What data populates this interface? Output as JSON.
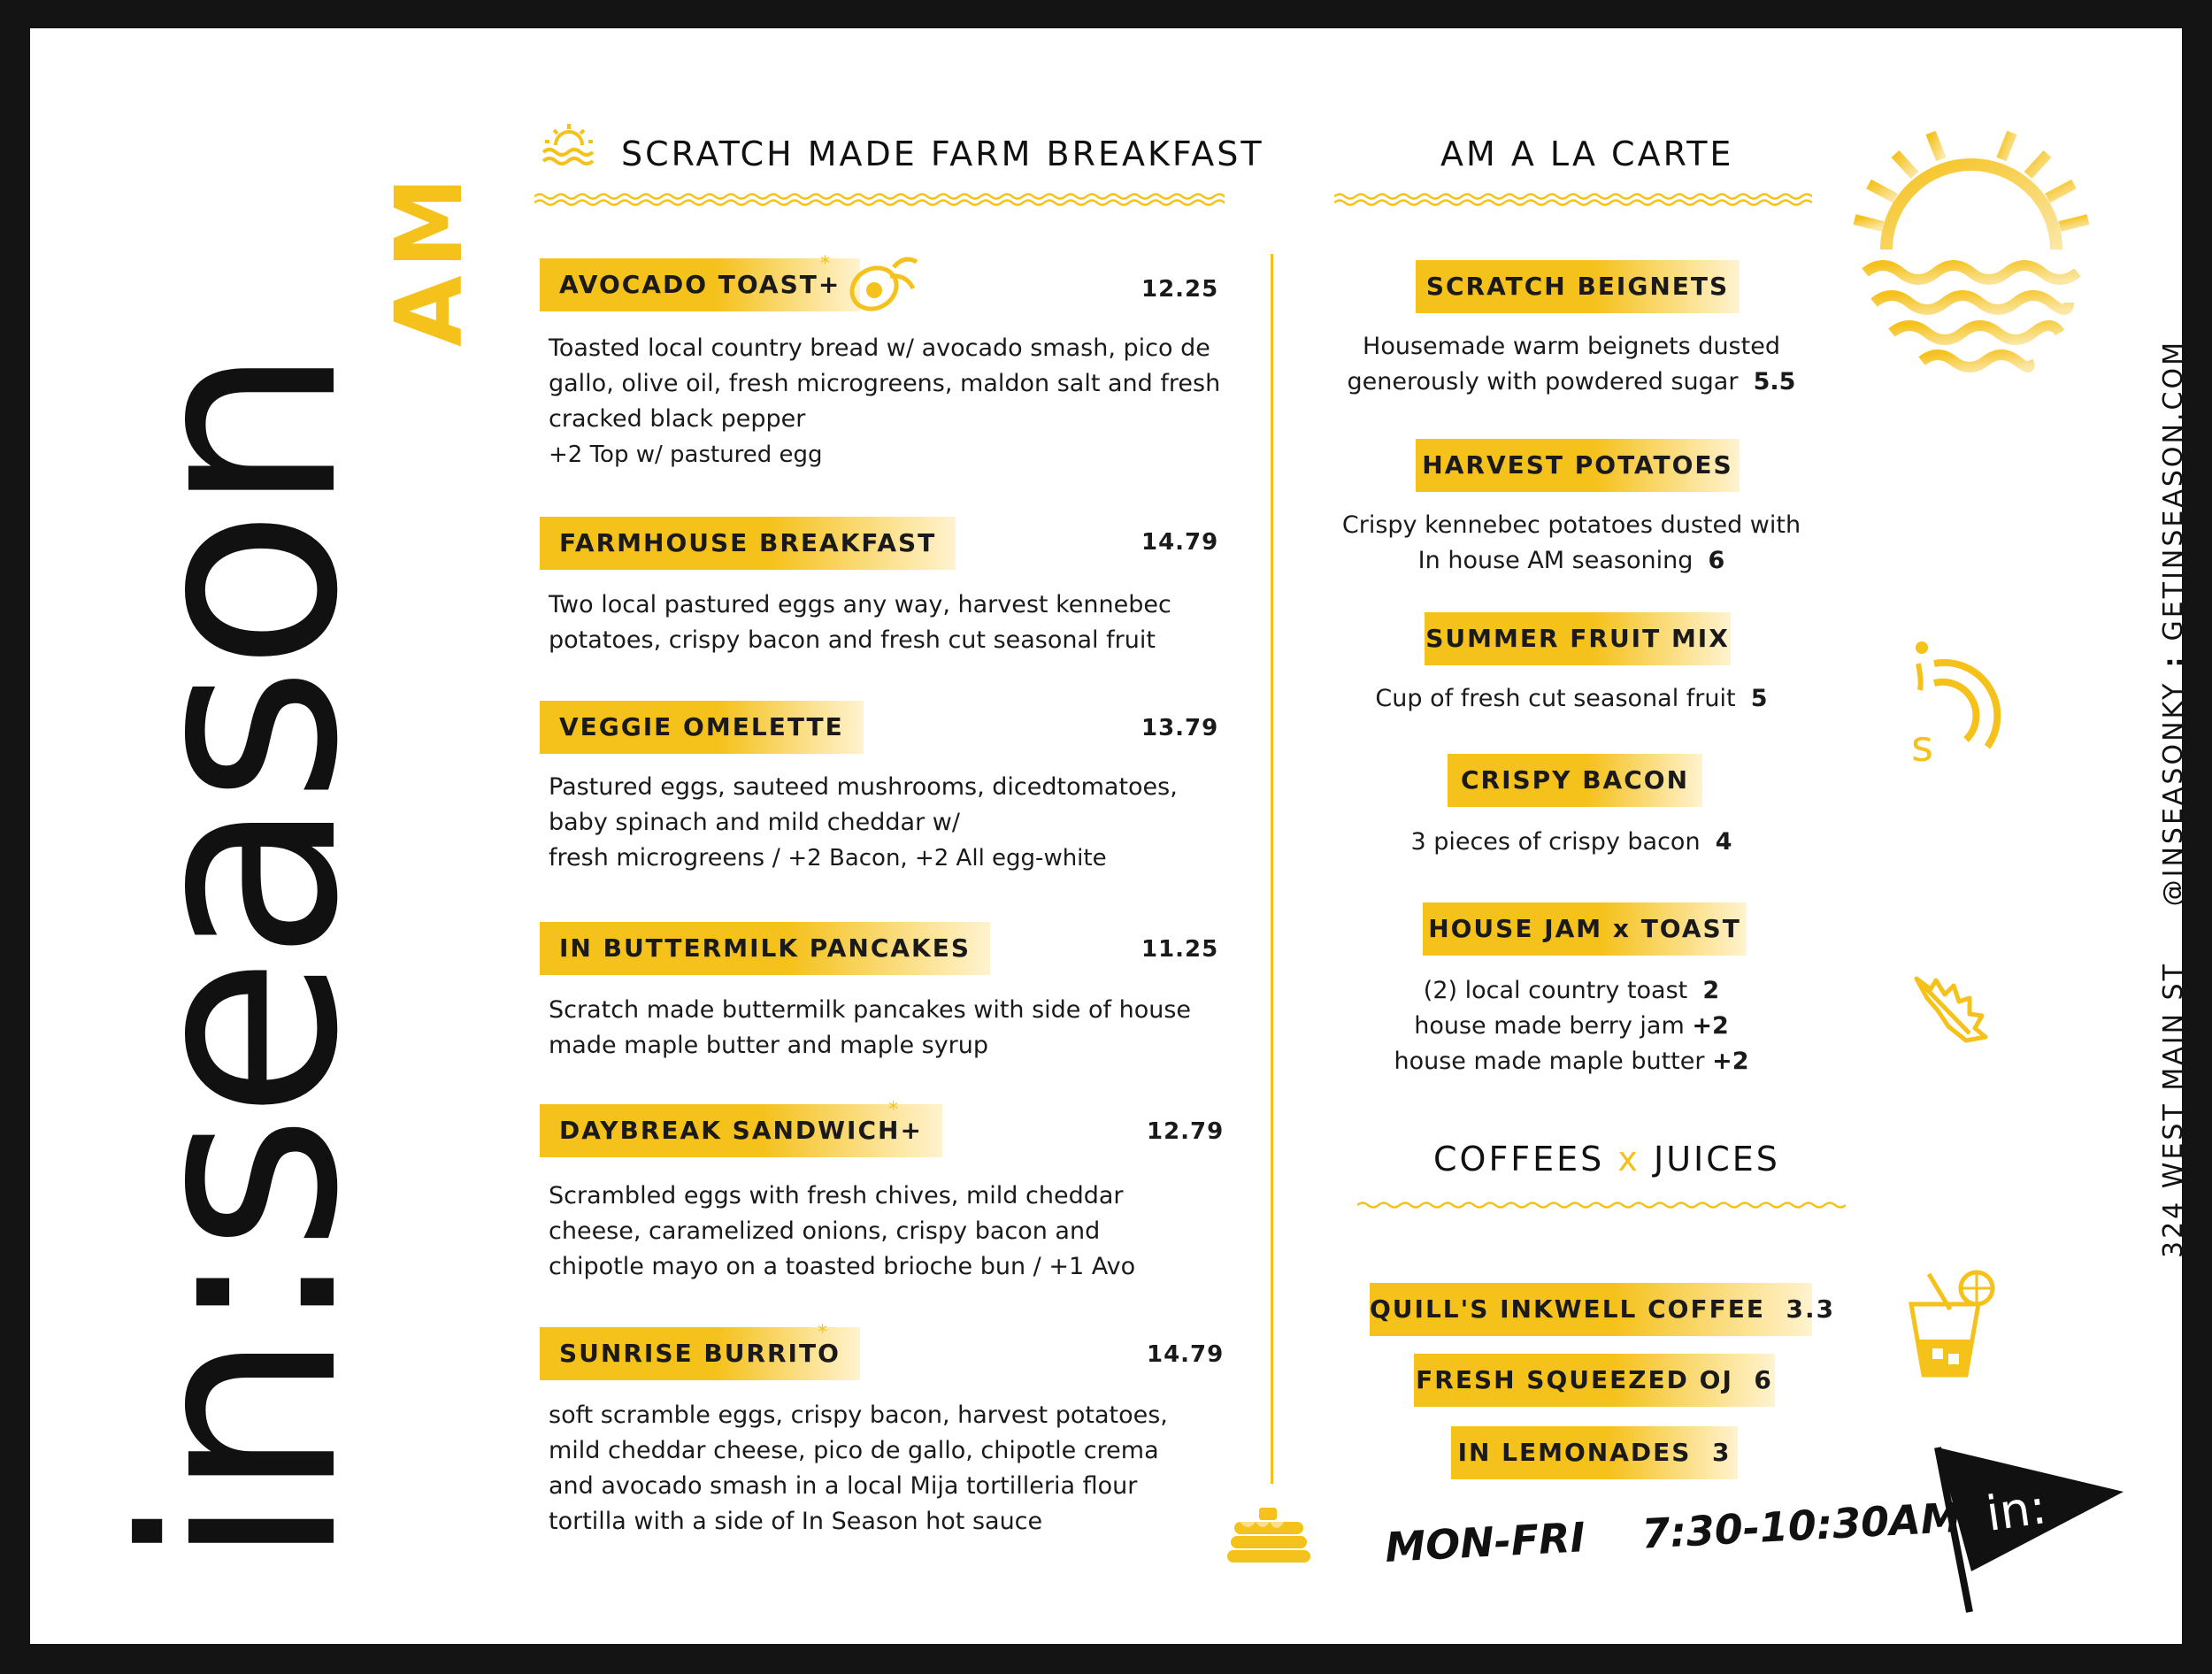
{
  "brand": {
    "name": "in:season",
    "sub": "AM"
  },
  "colors": {
    "accent": "#f5c11b",
    "ink": "#111111"
  },
  "breakfast": {
    "heading": "SCRATCH MADE FARM BREAKFAST",
    "items": [
      {
        "name": "AVOCADO TOAST+",
        "mark": "*",
        "price": "12.25",
        "lines": [
          "Toasted local country bread w/ avocado smash, pico de",
          "gallo, olive oil, fresh microgreens, maldon salt and fresh",
          "cracked black pepper"
        ],
        "note": "+2 Top w/ pastured egg"
      },
      {
        "name": "FARMHOUSE BREAKFAST",
        "price": "14.79",
        "lines": [
          "Two local pastured eggs any way, harvest kennebec",
          "potatoes, crispy bacon and fresh cut seasonal fruit"
        ]
      },
      {
        "name": "VEGGIE OMELETTE",
        "price": "13.79",
        "lines": [
          "Pastured eggs, sauteed mushrooms, dicedtomatoes,",
          "baby spinach and mild cheddar w/"
        ],
        "line3": "fresh microgreens  /",
        "note": "+2 Bacon, +2 All egg-white"
      },
      {
        "name": "IN BUTTERMILK PANCAKES",
        "price": "11.25",
        "lines": [
          "Scratch made buttermilk pancakes with side of house",
          "made maple butter and maple syrup"
        ]
      },
      {
        "name": "DAYBREAK SANDWICH+",
        "mark": "*",
        "price": "12.79",
        "lines": [
          "Scrambled eggs with fresh chives, mild cheddar",
          "cheese, caramelized onions, crispy bacon and",
          "chipotle mayo on a toasted brioche bun  / +1 Avo"
        ]
      },
      {
        "name": "SUNRISE BURRITO",
        "mark": "*",
        "price": "14.79",
        "lines": [
          "soft scramble eggs, crispy bacon, harvest potatoes,",
          "mild cheddar cheese, pico de gallo, chipotle crema",
          "and avocado smash in a local Mija tortilleria flour",
          "tortilla with a side of In Season hot sauce"
        ]
      }
    ]
  },
  "carte": {
    "heading": "AM A LA CARTE",
    "items": [
      {
        "name": "SCRATCH BEIGNETS",
        "lines": [
          "Housemade warm beignets dusted",
          "generously with powdered sugar"
        ],
        "price": "5.5"
      },
      {
        "name": "HARVEST POTATOES",
        "lines": [
          "Crispy kennebec potatoes dusted with",
          "In house AM seasoning"
        ],
        "price": "6"
      },
      {
        "name": "SUMMER FRUIT MIX",
        "lines": [
          "Cup of fresh cut seasonal fruit"
        ],
        "price": "5"
      },
      {
        "name": "CRISPY BACON",
        "lines": [
          "3 pieces of crispy bacon"
        ],
        "price": "4"
      },
      {
        "name": "HOUSE JAM x TOAST",
        "lines": [
          "(2) local country toast",
          "house made berry jam",
          "house made maple butter"
        ],
        "prices": [
          "2",
          "+2",
          "+2"
        ]
      }
    ]
  },
  "drinks": {
    "heading_a": "COFFEES",
    "heading_x": "x",
    "heading_b": "JUICES",
    "items": [
      {
        "name": "QUILL'S INKWELL COFFEE",
        "price": "3.3"
      },
      {
        "name": "FRESH SQUEEZED OJ",
        "price": "6"
      },
      {
        "name": "IN LEMONADES",
        "price": "3"
      }
    ]
  },
  "contact": {
    "address": "324 WEST MAIN ST",
    "social": "@INSEASONKY",
    "sep": ":",
    "web": "GETINSEASON.COM"
  },
  "hours": {
    "days": "MON-FRI",
    "time": "7:30-10:30AM"
  },
  "flag": {
    "text": "in:"
  },
  "icons": [
    "sun-waves-icon",
    "avocado-icon",
    "pancake-stack-icon",
    "sun-waves-large-icon",
    "in-s-logo-icon",
    "leaf-icon",
    "lemonade-icon",
    "pennant-flag-icon"
  ]
}
